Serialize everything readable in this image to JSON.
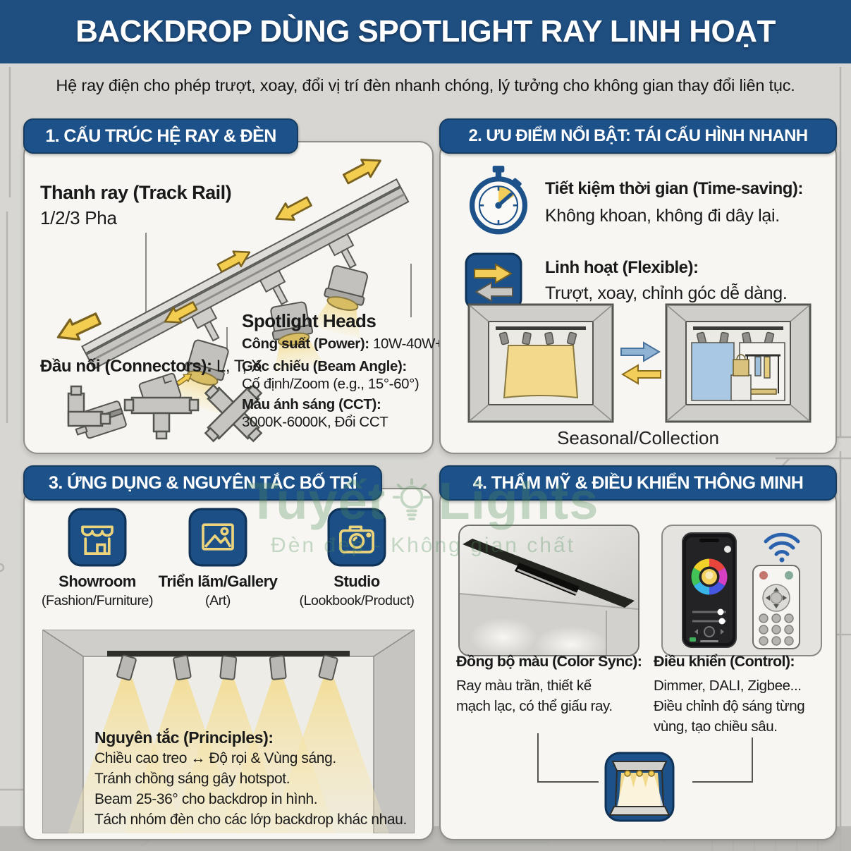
{
  "header": {
    "title": "BACKDROP DÙNG SPOTLIGHT RAY LINH HOẠT"
  },
  "subtitle": "Hệ ray điện cho phép trượt, xoay, đổi vị trí đèn nhanh chóng, lý tưởng cho không gian thay đổi liên tục.",
  "watermark": {
    "brand_left": "Tuyết",
    "brand_right": "Lights",
    "tagline": "Đèn đẹp - Không gian chất"
  },
  "colors": {
    "header_blue": "#1f4e80",
    "pill_blue": "#1d5189",
    "accent_yellow": "#f2cd5a",
    "panel_bg": "#f7f6f2"
  },
  "section1": {
    "title": "1. CẤU TRÚC HỆ RAY & ĐÈN",
    "track_label": "Thanh ray (Track Rail)",
    "track_sub": "1/2/3 Pha",
    "connectors_label": "Đầu nối (Connectors):",
    "connectors_value": "L, T, X",
    "heads_label": "Spotlight Heads",
    "specs": [
      {
        "label": "Công suất (Power):",
        "value": "10W-40W+"
      },
      {
        "label": "Góc chiếu (Beam Angle):",
        "value": "Cố định/Zoom (e.g., 15°-60°)"
      },
      {
        "label": "Màu ánh sáng (CCT):",
        "value": "3000K-6000K, Đổi CCT"
      }
    ]
  },
  "section2": {
    "title": "2. ƯU ĐIỂM NỔI BẬT: TÁI CẤU HÌNH NHANH",
    "benefits": [
      {
        "icon": "stopwatch-icon",
        "label": "Tiết kiệm thời gian (Time-saving):",
        "desc": "Không khoan, không đi dây lại."
      },
      {
        "icon": "swap-arrows-icon",
        "label": "Linh hoạt (Flexible):",
        "desc": "Trượt, xoay, chỉnh góc dễ dàng."
      }
    ],
    "caption": "Seasonal/Collection"
  },
  "section3": {
    "title": "3. ỨNG DỤNG & NGUYÊN TẮC BỐ TRÍ",
    "apps": [
      {
        "icon": "storefront-icon",
        "name": "Showroom",
        "sub": "(Fashion/Furniture)"
      },
      {
        "icon": "gallery-icon",
        "name": "Triển lãm/Gallery",
        "sub": "(Art)"
      },
      {
        "icon": "camera-icon",
        "name": "Studio",
        "sub": "(Lookbook/Product)"
      }
    ],
    "principles_title": "Nguyên tắc (Principles):",
    "principles": [
      "Chiều cao treo ↔ Độ rọi & Vùng sáng.",
      "Tránh chồng sáng gây hotspot.",
      "Beam 25-36° cho backdrop in hình.",
      "Tách nhóm đèn cho các lớp backdrop khác nhau."
    ]
  },
  "section4": {
    "title": "4. THẨM MỸ & ĐIỀU KHIỂN THÔNG MINH",
    "color_sync_label": "Đồng bộ màu (Color Sync):",
    "color_sync_lines": [
      "Ray màu trần, thiết kế",
      "mạch lạc, có thể giấu ray."
    ],
    "control_label": "Điều khiển (Control):",
    "control_lines": [
      "Dimmer, DALI, Zigbee...",
      "Điều chỉnh độ sáng từng",
      "vùng, tạo chiều sâu."
    ]
  }
}
